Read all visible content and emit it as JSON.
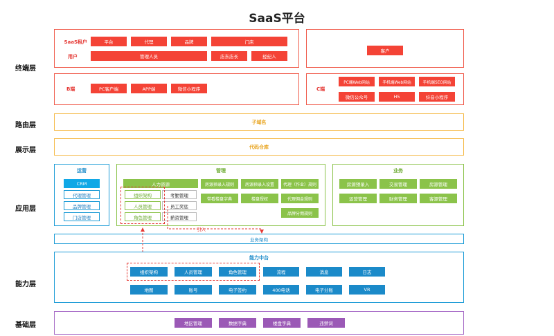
{
  "title": "SaaS平台",
  "layers": {
    "terminal": "终端层",
    "routing": "路由层",
    "display": "展示层",
    "application": "应用层",
    "capability": "能力层",
    "base": "基础层"
  },
  "terminal": {
    "saas_tenant_label": "SaaS租户",
    "tenant_items": [
      "平台",
      "代理",
      "品牌",
      "门店"
    ],
    "user_label": "用户",
    "user_items": [
      "管理人员",
      "店东店长",
      "经纪人"
    ],
    "customer": "客户",
    "b_label": "B端",
    "b_items": [
      "PC客户端",
      "APP端",
      "微信小程序"
    ],
    "c_label": "C端",
    "c_items": [
      "PC端Web网站",
      "手机端Web网站",
      "手机端SEO网站",
      "微信公众号",
      "H5",
      "抖音小程序"
    ]
  },
  "routing": {
    "label": "子域名"
  },
  "display": {
    "label": "代码仓库"
  },
  "application": {
    "ops": {
      "title": "运营",
      "items": [
        "CRM",
        "代理管理",
        "品牌管理",
        "门店管理"
      ]
    },
    "mgmt": {
      "title": "管理",
      "hr": "人力资源",
      "hr_left": [
        "组织架构",
        "人员管理",
        "角色管理"
      ],
      "hr_right": [
        "考勤管理",
        "员工奖惩",
        "薪资管理"
      ],
      "rules": [
        "房源预录入规则",
        "房源预录入设置",
        "代理（作业）规则",
        "带看楼盘字典",
        "楼盘授权",
        "代理佣金规则",
        "品牌分佣规则"
      ]
    },
    "biz": {
      "title": "业务",
      "items": [
        "房源预录入",
        "交易管理",
        "房源管理",
        "运营管理",
        "财务管理",
        "客源管理"
      ]
    },
    "import_label": "引入",
    "business_arch": "业务架构"
  },
  "capability": {
    "title": "能力中台",
    "row1": [
      "组织架构",
      "人员管理",
      "角色管理",
      "流程",
      "消息",
      "日志"
    ],
    "row2": [
      "地图",
      "账号",
      "电子签约",
      "400电话",
      "电子分账",
      "VR"
    ]
  },
  "base": {
    "items": [
      "地区管理",
      "数据字典",
      "楼盘字典",
      "违禁词"
    ]
  }
}
